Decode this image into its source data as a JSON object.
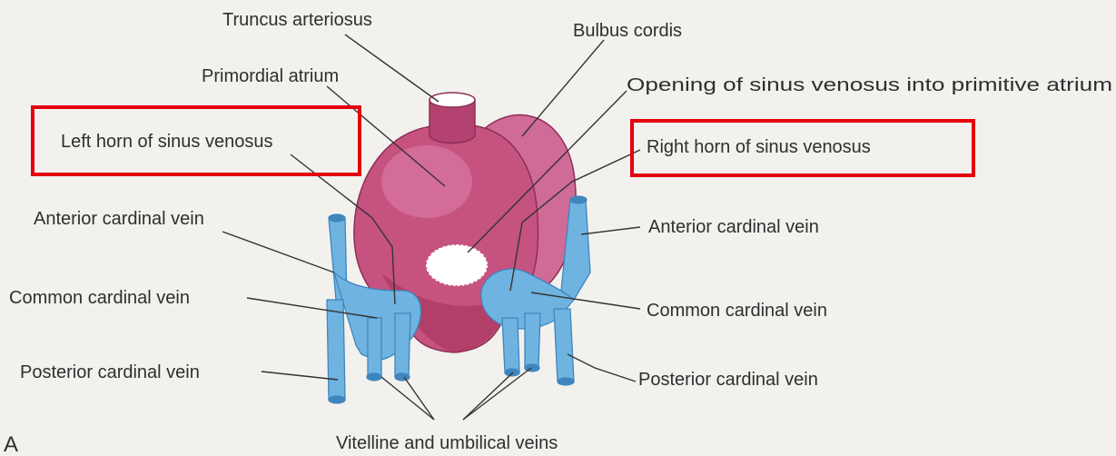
{
  "labels": {
    "truncus_arteriosus": "Truncus arteriosus",
    "bulbus_cordis": "Bulbus cordis",
    "primordial_atrium": "Primordial atrium",
    "opening_sinus_venosus": "Opening of sinus venosus into primitive atrium",
    "left_horn": "Left horn of sinus venosus",
    "right_horn": "Right horn of sinus venosus",
    "anterior_cardinal_left": "Anterior cardinal vein",
    "anterior_cardinal_right": "Anterior cardinal vein",
    "common_cardinal_left": "Common cardinal vein",
    "common_cardinal_right": "Common cardinal vein",
    "posterior_cardinal_left": "Posterior cardinal vein",
    "posterior_cardinal_right": "Posterior cardinal vein",
    "vitelline_umbilical": "Vitelline and umbilical veins",
    "panel_letter": "A"
  },
  "colors": {
    "heart": "#c6527f",
    "heart_light": "#de82aa",
    "heart_dark": "#a8385f",
    "veins": "#6fb3e0",
    "veins_dark": "#3f86bf",
    "highlight": "#e3000f"
  },
  "icons": {
    "highlight_boxes": "red-rectangle"
  }
}
